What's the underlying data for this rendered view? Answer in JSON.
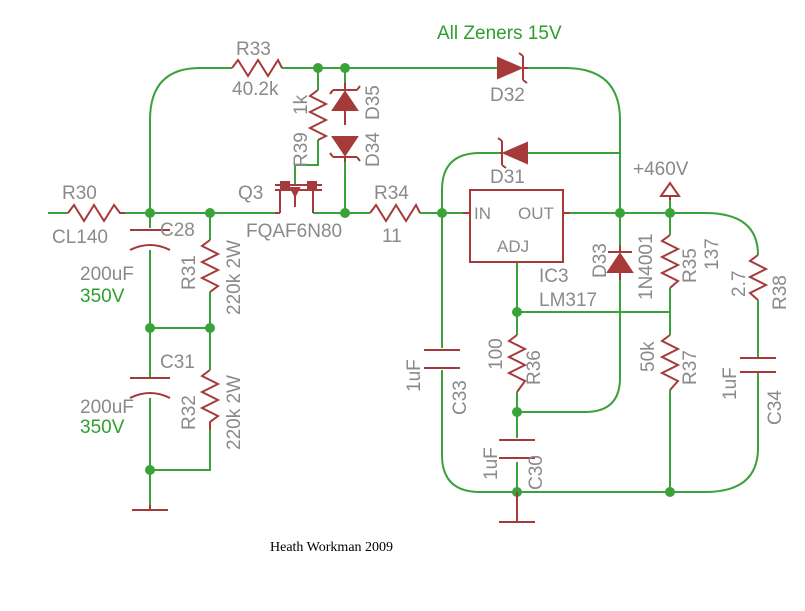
{
  "title": "All Zeners 15V",
  "credit": "Heath Workman 2009",
  "colors": {
    "wire": "#3aa23a",
    "component": "#a63a3a",
    "label": "#8a8a8a",
    "rating": "#2e9e2e"
  },
  "components": {
    "r30": {
      "name": "R30",
      "value": "CL140"
    },
    "r33": {
      "name": "R33",
      "value": "40.2k"
    },
    "r39": {
      "name": "R39",
      "value": "1k"
    },
    "d35": {
      "name": "D35"
    },
    "d34": {
      "name": "D34"
    },
    "d32": {
      "name": "D32"
    },
    "d31": {
      "name": "D31"
    },
    "q3": {
      "name": "Q3",
      "part": "FQAF6N80"
    },
    "r34": {
      "name": "R34",
      "value": "11"
    },
    "c28": {
      "name": "C28",
      "value": "200uF",
      "rating": "350V"
    },
    "c31": {
      "name": "C31",
      "value": "200uF",
      "rating": "350V"
    },
    "r31": {
      "name": "R31",
      "value": "220k 2W"
    },
    "r32": {
      "name": "R32",
      "value": "220k 2W"
    },
    "ic3": {
      "name": "IC3",
      "part": "LM317",
      "pin_in": "IN",
      "pin_out": "OUT",
      "pin_adj": "ADJ"
    },
    "d33": {
      "name": "D33",
      "part": "1N4001"
    },
    "r35": {
      "name": "R35",
      "value": "137"
    },
    "r37": {
      "name": "R37",
      "value": "50k"
    },
    "r36": {
      "name": "R36",
      "value": "100"
    },
    "r38": {
      "name": "R38",
      "value": "2.7"
    },
    "c33": {
      "name": "C33",
      "value": "1uF"
    },
    "c30": {
      "name": "C30",
      "value": "1uF"
    },
    "c34": {
      "name": "C34",
      "value": "1uF"
    }
  },
  "supply": {
    "label": "+460V"
  }
}
